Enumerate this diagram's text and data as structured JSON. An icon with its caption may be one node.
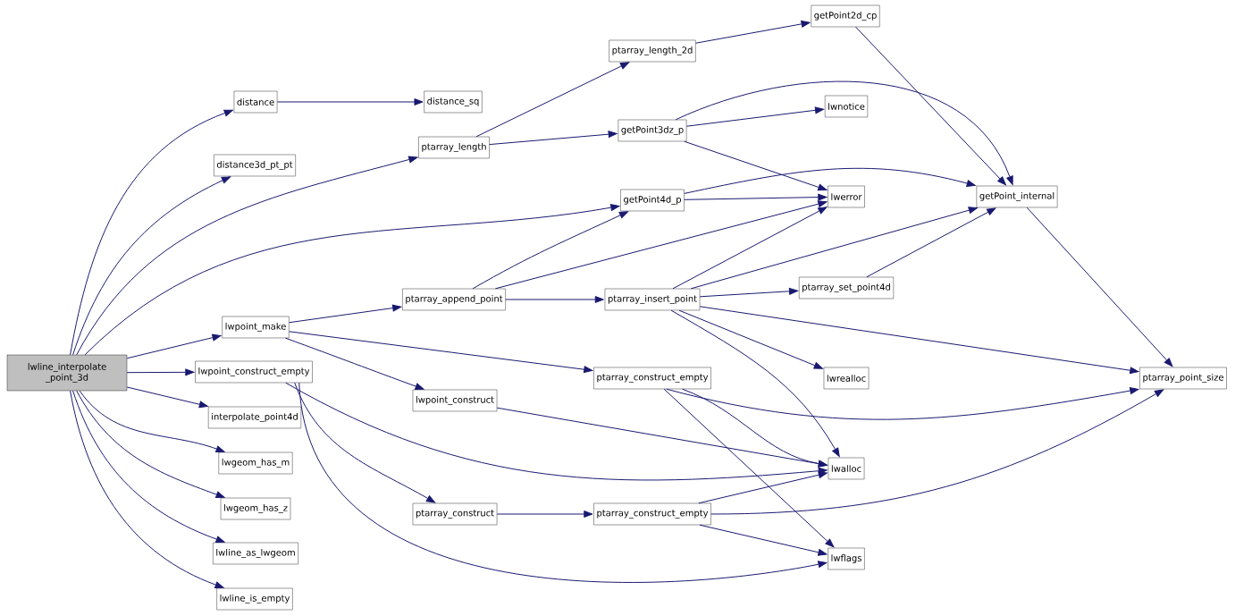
{
  "diagram": {
    "nodes": [
      {
        "text": [
          "lwline_interpolate _point_3d"
        ]
      },
      {
        "text": [
          "distance"
        ]
      },
      {
        "text": [
          "distance3d_pt_pt"
        ]
      },
      {
        "text": [
          "lwpoint_make"
        ]
      },
      {
        "text": [
          "lwpoint_construct_empty"
        ]
      },
      {
        "text": [
          "interpolate_point4d"
        ]
      },
      {
        "text": [
          "lwgeom_has_m"
        ]
      },
      {
        "text": [
          "lwgeom_has_z"
        ]
      },
      {
        "text": [
          "lwline_as_lwgeom"
        ]
      },
      {
        "text": [
          "lwline_is_empty"
        ]
      },
      {
        "text": [
          "distance_sq"
        ]
      },
      {
        "text": [
          "ptarray_length"
        ]
      },
      {
        "text": [
          "ptarray_append_point"
        ]
      },
      {
        "text": [
          "lwpoint_construct"
        ]
      },
      {
        "text": [
          "ptarray_construct"
        ]
      },
      {
        "text": [
          "ptarray_length_2d"
        ]
      },
      {
        "text": [
          "getPoint3dz_p"
        ]
      },
      {
        "text": [
          "getPoint4d_p"
        ]
      },
      {
        "text": [
          "ptarray_insert_point"
        ]
      },
      {
        "text": [
          "ptarray_construct_empty"
        ]
      },
      {
        "text": [
          "ptarray_construct_empty"
        ]
      },
      {
        "text": [
          "getPoint2d_cp"
        ]
      },
      {
        "text": [
          "lwnotice"
        ]
      },
      {
        "text": [
          "lwerror"
        ]
      },
      {
        "text": [
          "ptarray_set_point4d"
        ]
      },
      {
        "text": [
          "lwrealloc"
        ]
      },
      {
        "text": [
          "lwalloc"
        ]
      },
      {
        "text": [
          "lwflags"
        ]
      },
      {
        "text": [
          "getPoint_internal"
        ]
      },
      {
        "text": [
          "ptarray_point_size"
        ]
      }
    ],
    "edges": [
      {
        "from": 0,
        "to": 1,
        "arrow": "to"
      },
      {
        "from": 0,
        "to": 2,
        "arrow": "to"
      },
      {
        "from": 0,
        "to": 11,
        "arrow": "to"
      },
      {
        "from": 0,
        "to": 17,
        "arrow": "to"
      },
      {
        "from": 0,
        "to": 3,
        "arrow": "to"
      },
      {
        "from": 0,
        "to": 4,
        "arrow": "to"
      },
      {
        "from": 0,
        "to": 5,
        "arrow": "to"
      },
      {
        "from": 0,
        "to": 6,
        "arrow": "to"
      },
      {
        "from": 0,
        "to": 7,
        "arrow": "to"
      },
      {
        "from": 0,
        "to": 8,
        "arrow": "to"
      },
      {
        "from": 0,
        "to": 9,
        "arrow": "to"
      },
      {
        "from": 1,
        "to": 10,
        "arrow": "to"
      },
      {
        "from": 11,
        "to": 15,
        "arrow": "to"
      },
      {
        "from": 11,
        "to": 16,
        "arrow": "to"
      },
      {
        "from": 15,
        "to": 21,
        "arrow": "to"
      },
      {
        "from": 21,
        "to": 28,
        "arrow": "to"
      },
      {
        "from": 16,
        "to": 28,
        "arrow": "to"
      },
      {
        "from": 16,
        "to": 22,
        "arrow": "to"
      },
      {
        "from": 16,
        "to": 23,
        "arrow": "to"
      },
      {
        "from": 17,
        "to": 28,
        "arrow": "to"
      },
      {
        "from": 17,
        "to": 23,
        "arrow": "to"
      },
      {
        "from": 12,
        "to": 17,
        "arrow": "to"
      },
      {
        "from": 12,
        "to": 23,
        "arrow": "to"
      },
      {
        "from": 12,
        "to": 18,
        "arrow": "to"
      },
      {
        "from": 3,
        "to": 12,
        "arrow": "to"
      },
      {
        "from": 3,
        "to": 19,
        "arrow": "to"
      },
      {
        "from": 3,
        "to": 13,
        "arrow": "to"
      },
      {
        "from": 4,
        "to": 26,
        "arrow": "to"
      },
      {
        "from": 4,
        "to": 14,
        "arrow": "to"
      },
      {
        "from": 4,
        "to": 27,
        "arrow": "to"
      },
      {
        "from": 13,
        "to": 26,
        "arrow": "to"
      },
      {
        "from": 18,
        "to": 23,
        "arrow": "to"
      },
      {
        "from": 18,
        "to": 28,
        "arrow": "to"
      },
      {
        "from": 18,
        "to": 24,
        "arrow": "to"
      },
      {
        "from": 18,
        "to": 29,
        "arrow": "to"
      },
      {
        "from": 18,
        "to": 25,
        "arrow": "to"
      },
      {
        "from": 18,
        "to": 26,
        "arrow": "to"
      },
      {
        "from": 24,
        "to": 28,
        "arrow": "to"
      },
      {
        "from": 28,
        "to": 29,
        "arrow": "to"
      },
      {
        "from": 19,
        "to": 29,
        "arrow": "to"
      },
      {
        "from": 19,
        "to": 26,
        "arrow": "to"
      },
      {
        "from": 19,
        "to": 27,
        "arrow": "to"
      },
      {
        "from": 14,
        "to": 20,
        "arrow": "to"
      },
      {
        "from": 20,
        "to": 26,
        "arrow": "to"
      },
      {
        "from": 20,
        "to": 29,
        "arrow": "to"
      },
      {
        "from": 20,
        "to": 27,
        "arrow": "to"
      }
    ]
  }
}
